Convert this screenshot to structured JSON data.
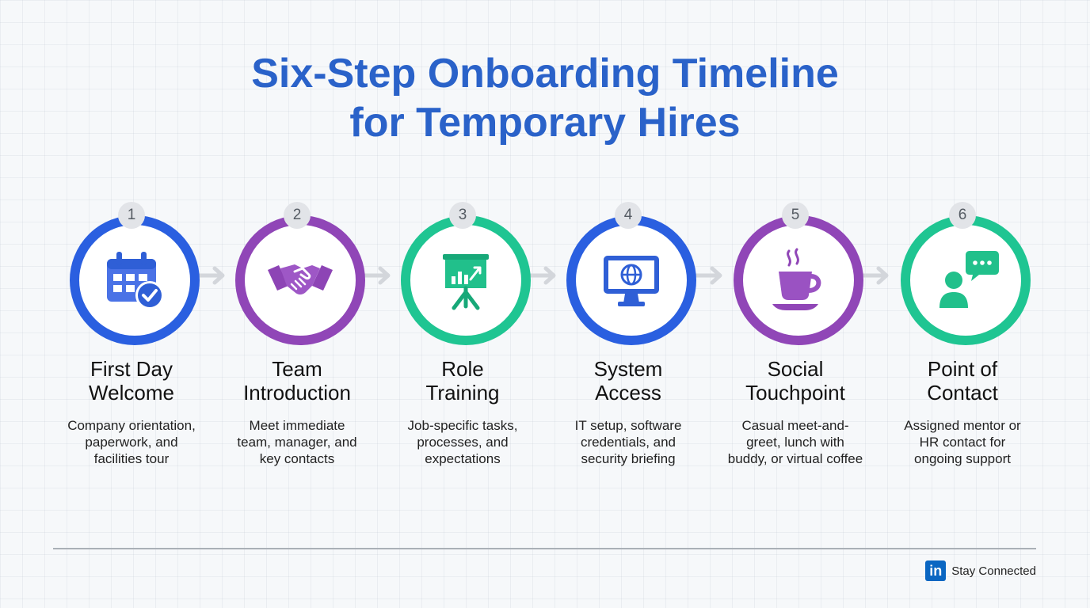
{
  "title": {
    "line1": "Six-Step Onboarding Timeline",
    "line2": "for Temporary Hires"
  },
  "colors": {
    "blue": "#2a5fe0",
    "purple": "#9046b7",
    "green": "#1fc592",
    "title": "#2a62c9",
    "arrow": "#d3d6db"
  },
  "steps": [
    {
      "number": "1",
      "title_l1": "First Day",
      "title_l2": "Welcome",
      "desc_l1": "Company orientation,",
      "desc_l2": "paperwork, and",
      "desc_l3": "facilities tour",
      "icon": "calendar-check-icon",
      "color": "blue"
    },
    {
      "number": "2",
      "title_l1": "Team",
      "title_l2": "Introduction",
      "desc_l1": "Meet immediate",
      "desc_l2": "team, manager, and",
      "desc_l3": "key contacts",
      "icon": "handshake-icon",
      "color": "purple"
    },
    {
      "number": "3",
      "title_l1": "Role",
      "title_l2": "Training",
      "desc_l1": "Job-specific tasks,",
      "desc_l2": "processes, and",
      "desc_l3": "expectations",
      "icon": "presentation-board-icon",
      "color": "green"
    },
    {
      "number": "4",
      "title_l1": "System",
      "title_l2": "Access",
      "desc_l1": "IT setup, software",
      "desc_l2": "credentials, and",
      "desc_l3": "security briefing",
      "icon": "monitor-globe-icon",
      "color": "blue"
    },
    {
      "number": "5",
      "title_l1": "Social",
      "title_l2": "Touchpoint",
      "desc_l1": "Casual meet-and-",
      "desc_l2": "greet, lunch with",
      "desc_l3": "buddy, or virtual coffee",
      "icon": "coffee-cup-icon",
      "color": "purple"
    },
    {
      "number": "6",
      "title_l1": "Point of",
      "title_l2": "Contact",
      "desc_l1": "Assigned mentor or",
      "desc_l2": "HR contact for",
      "desc_l3": "ongoing support",
      "icon": "person-chat-icon",
      "color": "green"
    }
  ],
  "footer": {
    "logo_text": "in",
    "label": "Stay Connected"
  }
}
